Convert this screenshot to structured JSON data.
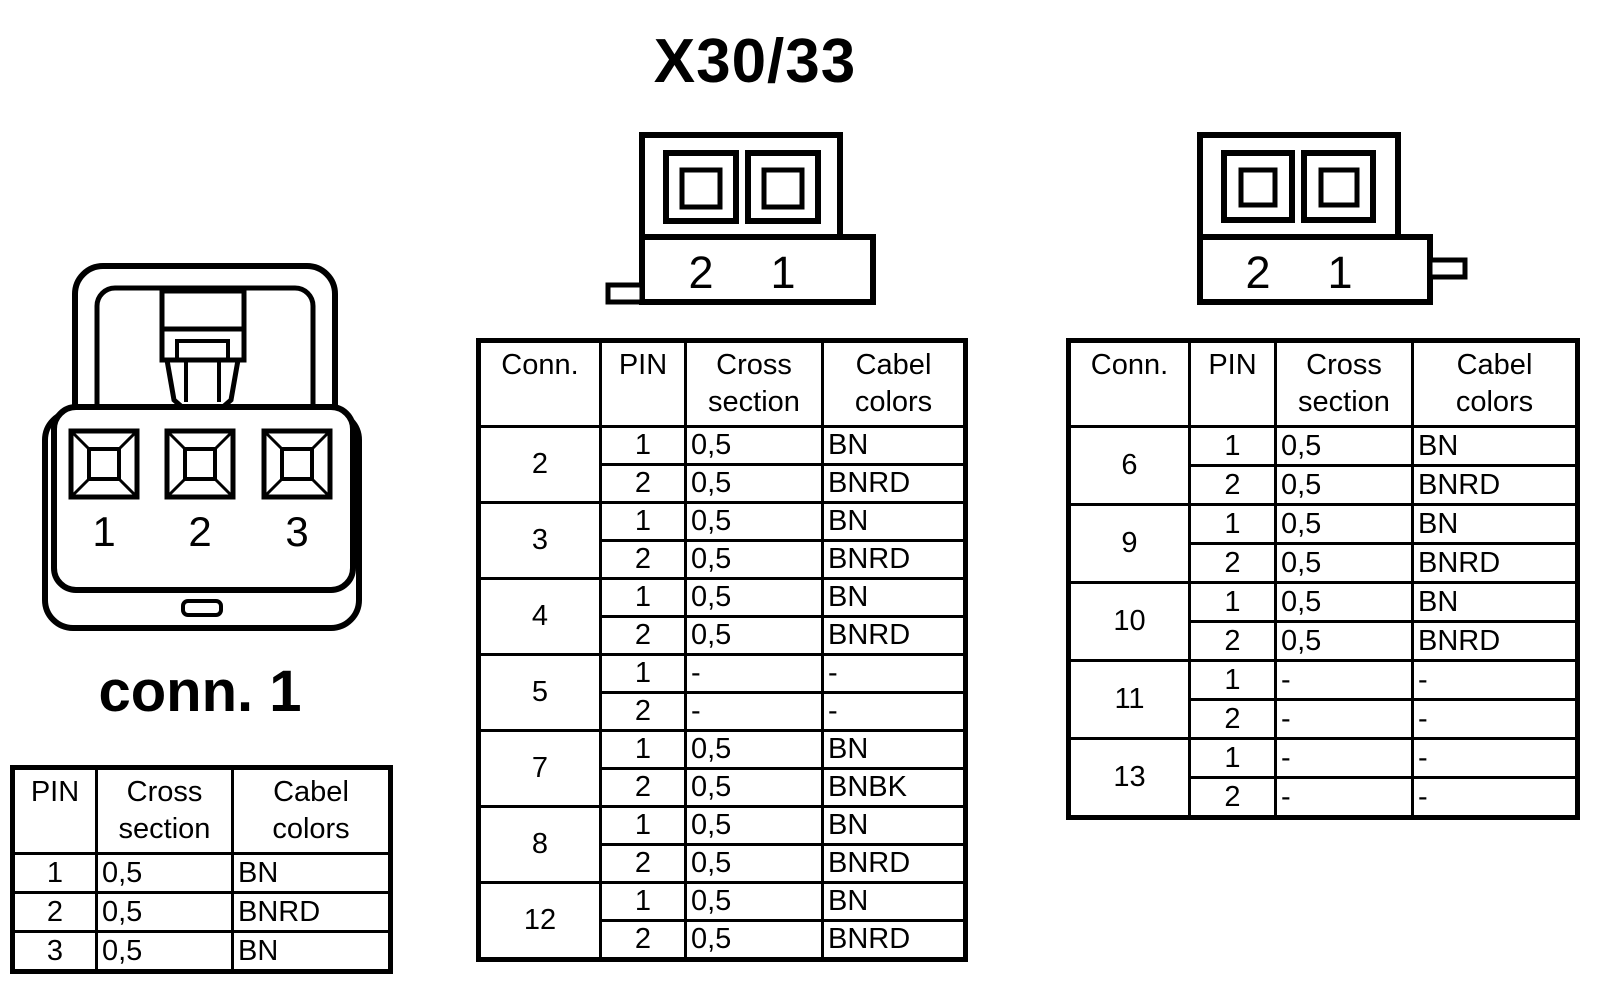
{
  "title": "X30/33",
  "colors": {
    "ink": "#000000",
    "paper": "#ffffff"
  },
  "conn1": {
    "label": "conn. 1",
    "drawing_pin_labels": [
      "1",
      "2",
      "3"
    ],
    "table": {
      "headers": [
        "PIN",
        "Cross section",
        "Cabel colors"
      ],
      "rows": [
        [
          "1",
          "0,5",
          "BN"
        ],
        [
          "2",
          "0,5",
          "BNRD"
        ],
        [
          "3",
          "0,5",
          "BN"
        ]
      ]
    }
  },
  "x30_left": {
    "drawing_pin_labels": [
      "2",
      "1"
    ],
    "table": {
      "headers": [
        "Conn.",
        "PIN",
        "Cross section",
        "Cabel colors"
      ],
      "groups": [
        {
          "conn": "2",
          "pins": [
            [
              "1",
              "0,5",
              "BN"
            ],
            [
              "2",
              "0,5",
              "BNRD"
            ]
          ]
        },
        {
          "conn": "3",
          "pins": [
            [
              "1",
              "0,5",
              "BN"
            ],
            [
              "2",
              "0,5",
              "BNRD"
            ]
          ]
        },
        {
          "conn": "4",
          "pins": [
            [
              "1",
              "0,5",
              "BN"
            ],
            [
              "2",
              "0,5",
              "BNRD"
            ]
          ]
        },
        {
          "conn": "5",
          "pins": [
            [
              "1",
              "-",
              "-"
            ],
            [
              "2",
              "-",
              "-"
            ]
          ]
        },
        {
          "conn": "7",
          "pins": [
            [
              "1",
              "0,5",
              "BN"
            ],
            [
              "2",
              "0,5",
              "BNBK"
            ]
          ]
        },
        {
          "conn": "8",
          "pins": [
            [
              "1",
              "0,5",
              "BN"
            ],
            [
              "2",
              "0,5",
              "BNRD"
            ]
          ]
        },
        {
          "conn": "12",
          "pins": [
            [
              "1",
              "0,5",
              "BN"
            ],
            [
              "2",
              "0,5",
              "BNRD"
            ]
          ]
        }
      ]
    }
  },
  "x30_right": {
    "drawing_pin_labels": [
      "2",
      "1"
    ],
    "table": {
      "headers": [
        "Conn.",
        "PIN",
        "Cross section",
        "Cabel colors"
      ],
      "groups": [
        {
          "conn": "6",
          "pins": [
            [
              "1",
              "0,5",
              "BN"
            ],
            [
              "2",
              "0,5",
              "BNRD"
            ]
          ]
        },
        {
          "conn": "9",
          "pins": [
            [
              "1",
              "0,5",
              "BN"
            ],
            [
              "2",
              "0,5",
              "BNRD"
            ]
          ]
        },
        {
          "conn": "10",
          "pins": [
            [
              "1",
              "0,5",
              "BN"
            ],
            [
              "2",
              "0,5",
              "BNRD"
            ]
          ]
        },
        {
          "conn": "11",
          "pins": [
            [
              "1",
              "-",
              "-"
            ],
            [
              "2",
              "-",
              "-"
            ]
          ]
        },
        {
          "conn": "13",
          "pins": [
            [
              "1",
              "-",
              "-"
            ],
            [
              "2",
              "-",
              "-"
            ]
          ]
        }
      ]
    }
  }
}
